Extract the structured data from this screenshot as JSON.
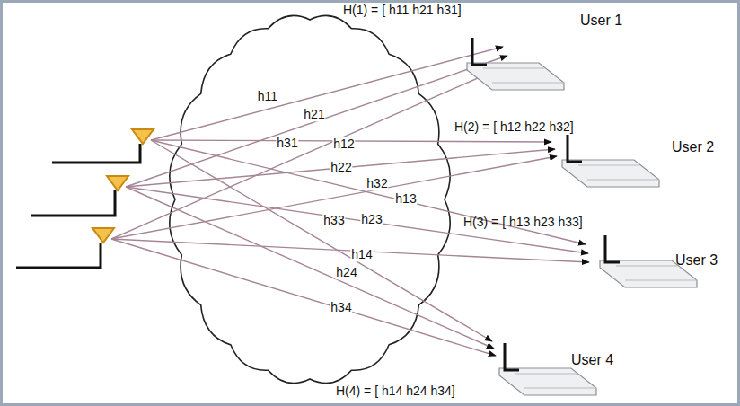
{
  "diagram": {
    "labels": [
      "H(1) = [ h11 h21 h31]",
      "User 1",
      "h11",
      "h21",
      "h31",
      "h12",
      "H(2) = [ h12 h22 h32]",
      "User 2",
      "h22",
      "h32",
      "h13",
      "H(3) = [ h13 h23 h33]",
      "h33",
      "h23",
      "User 3",
      "h14",
      "h24",
      "h34",
      "H(4) = [ h14 h24 h34]",
      "User 4"
    ]
  }
}
